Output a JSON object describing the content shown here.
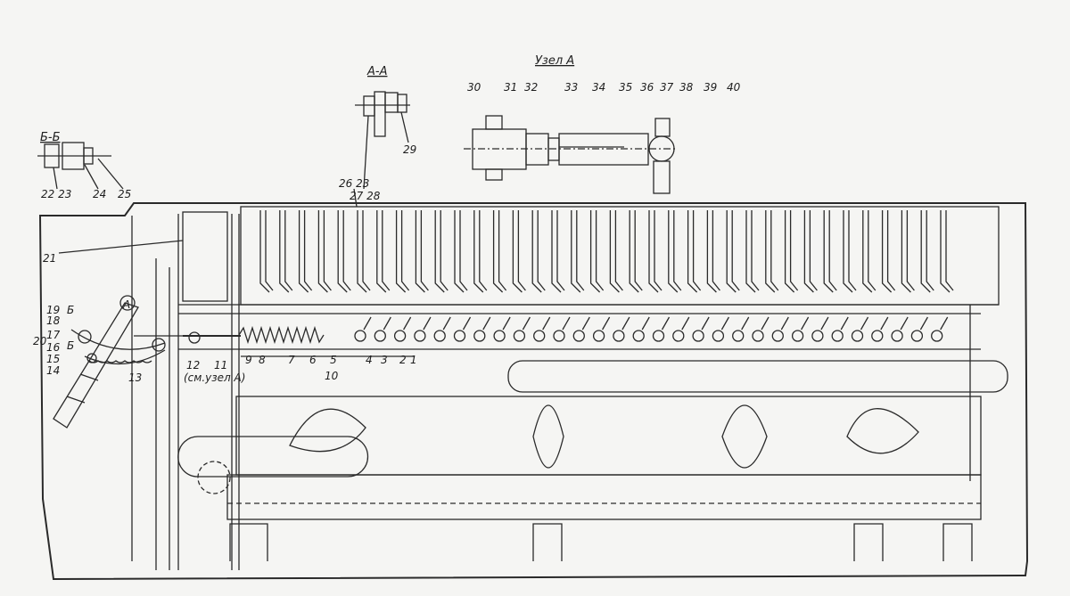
{
  "titles": {
    "section_bb": "Б-Б",
    "section_aa": "А-А",
    "node_a": "Узел А"
  },
  "labels": {
    "l1": "1",
    "l2": "2",
    "l3": "3",
    "l4": "4",
    "l5": "5",
    "l6": "6",
    "l7": "7",
    "l8": "8",
    "l9": "9",
    "l10": "10",
    "l11": "11",
    "l12": "12",
    "ref_node": "(см.узел А)",
    "l13": "13",
    "l14": "14",
    "l15": "15",
    "l16": "16",
    "l17": "17",
    "l18": "18",
    "l19": "19",
    "l20": "20",
    "l21": "21",
    "l22_23": "22 23",
    "l24": "24",
    "l25": "25",
    "l26_23": "26 23",
    "l27_28": "27 28",
    "l29": "29",
    "l30": "30",
    "l31": "31",
    "l32": "32",
    "l33": "33",
    "l34": "34",
    "l35": "35",
    "l36": "36",
    "l37": "37",
    "l38": "38",
    "l39": "39",
    "l40": "40",
    "cut_b1": "Б",
    "cut_b2": "Б",
    "cut_a": "А"
  },
  "colors": {
    "ink": "#2a2a2a",
    "paper": "#f5f5f3"
  }
}
